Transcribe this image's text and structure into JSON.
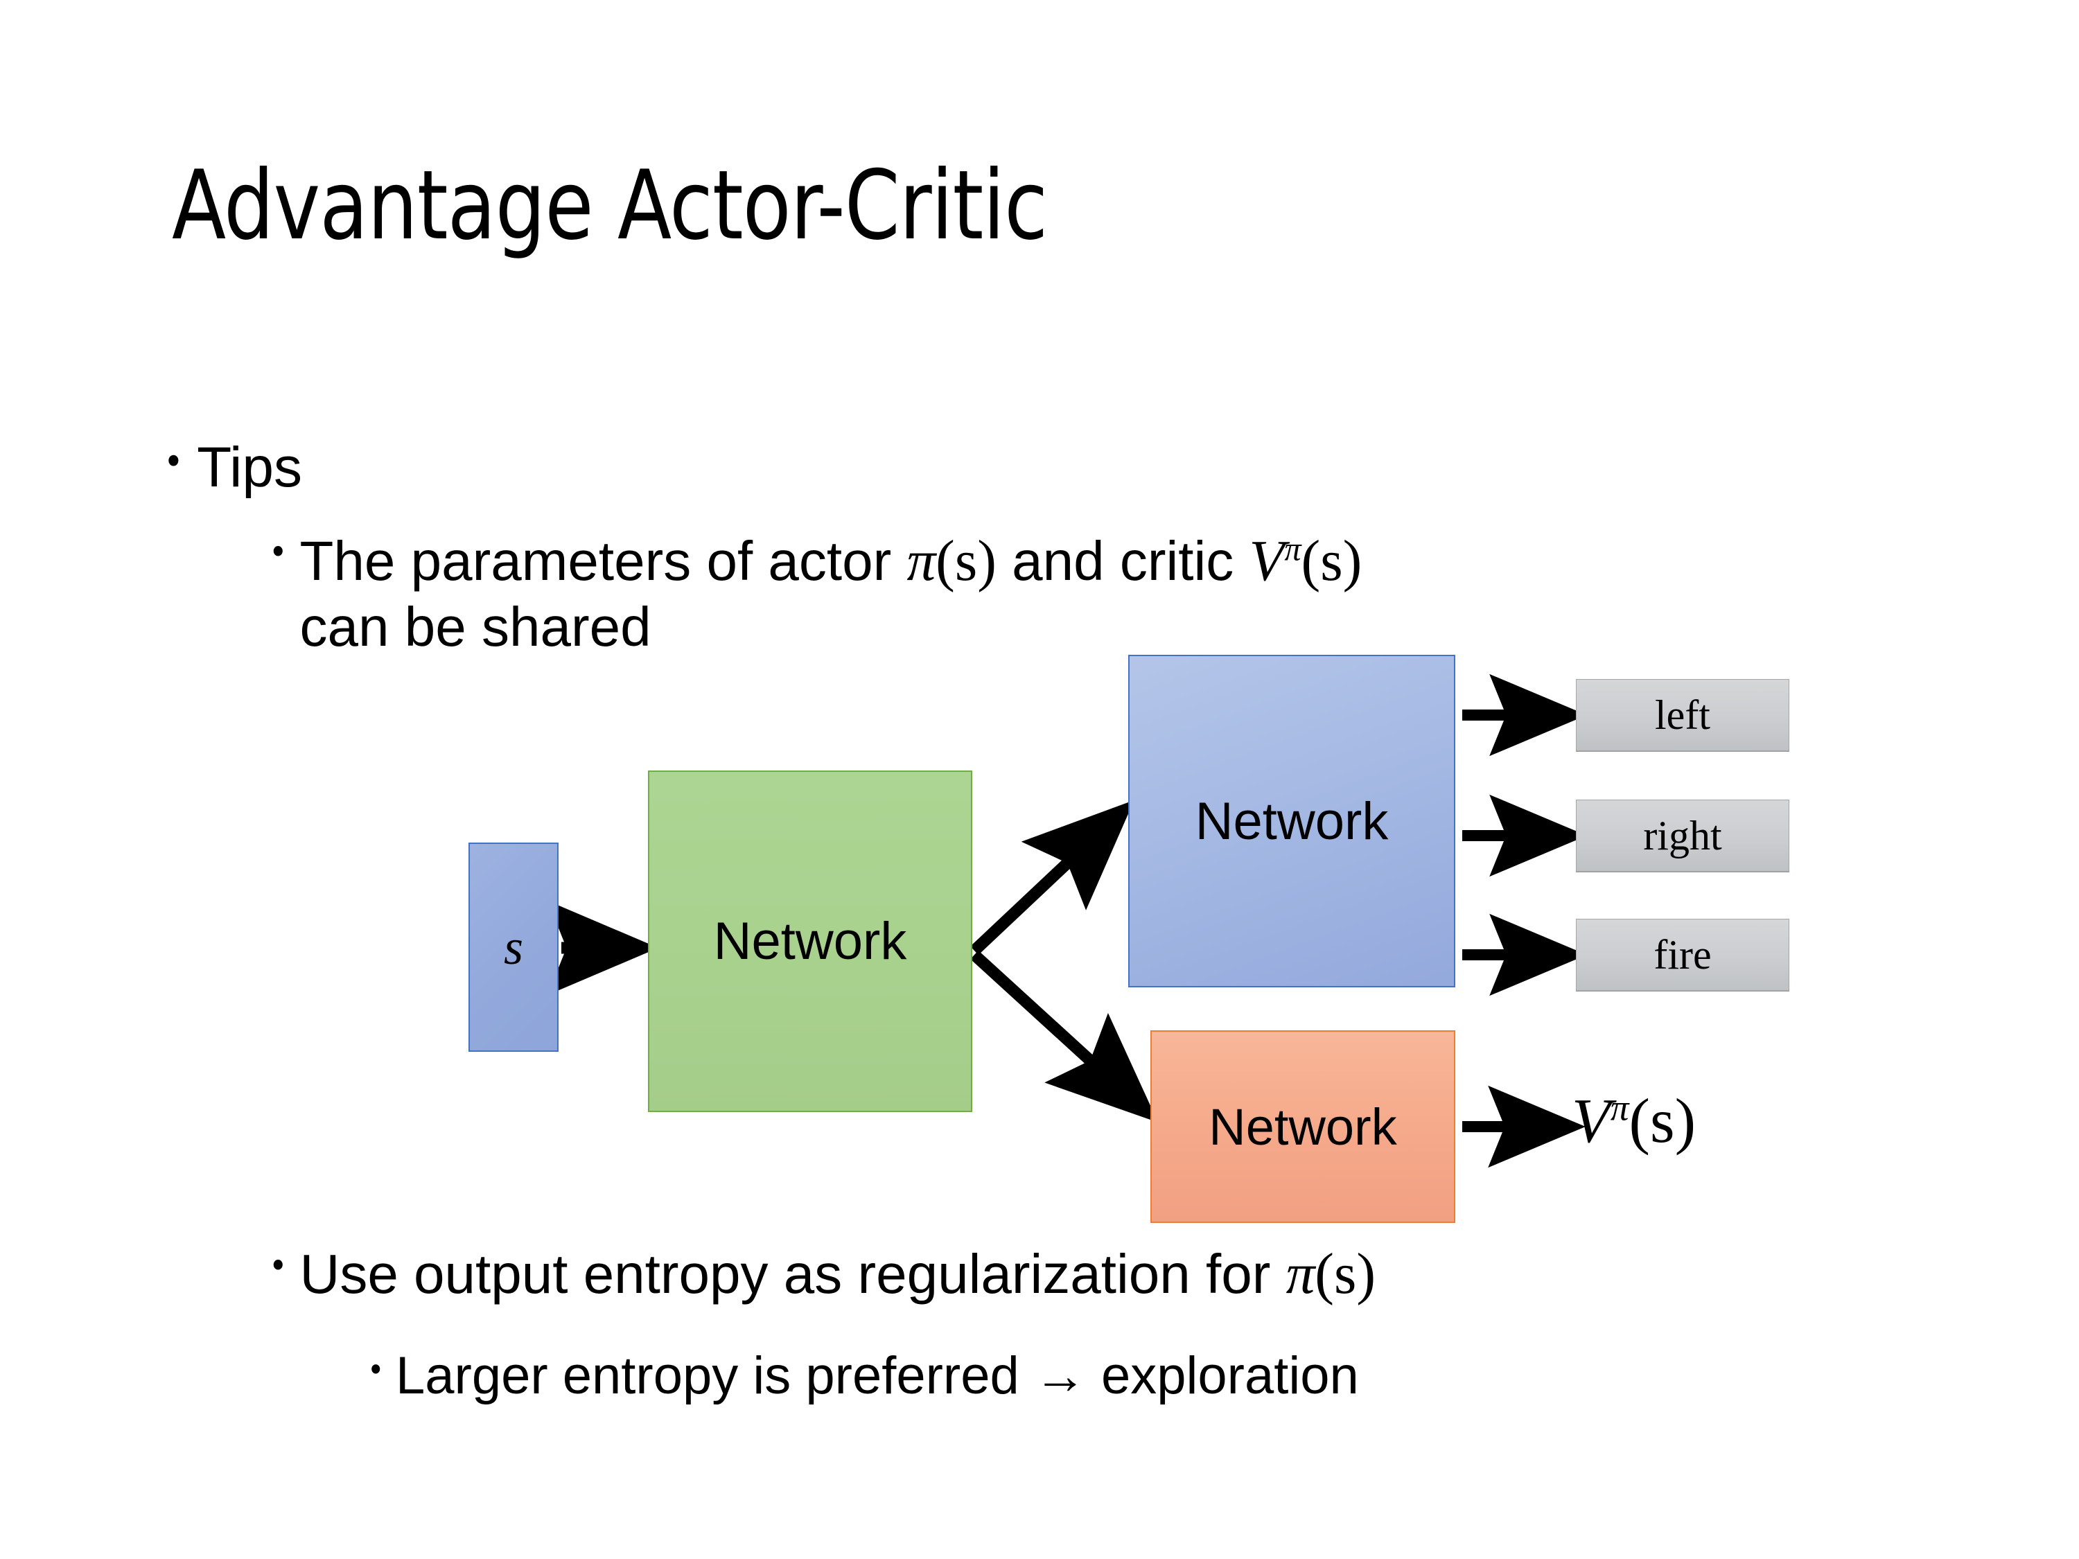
{
  "slide": {
    "title": "Advantage Actor-Critic",
    "background_color": "#ffffff",
    "text_color": "#000000"
  },
  "bullets": {
    "tips": {
      "marker": "•",
      "text": "Tips"
    },
    "shared": {
      "marker": "•",
      "text_part1": "The parameters of actor ",
      "math1_base": "π",
      "math1_arg": "(s)",
      "text_part2": "  and critic ",
      "math2_base": "V",
      "math2_sup": "π",
      "math2_arg": "(s)",
      "text_part3": "can be shared"
    },
    "entropy": {
      "marker": "•",
      "text_part1": "Use output entropy as regularization for ",
      "math_base": "π",
      "math_arg": "(s)"
    },
    "exploration": {
      "marker": "•",
      "text": "Larger entropy is preferred → exploration"
    }
  },
  "diagram": {
    "state_box": {
      "label": "s",
      "fill": "#93a9dc",
      "border": "#4472c4"
    },
    "shared_network": {
      "label": "Network",
      "fill": "#a9d18e",
      "border": "#70ad47"
    },
    "actor_network": {
      "label": "Network",
      "fill": "#a5b9e4",
      "border": "#4472c4"
    },
    "critic_network": {
      "label": "Network",
      "fill": "#f5a98a",
      "border": "#ed7d31"
    },
    "actions": [
      {
        "label": "left",
        "fill": "#cbcdd0",
        "border": "#a6a6a6"
      },
      {
        "label": "right",
        "fill": "#cbcdd0",
        "border": "#a6a6a6"
      },
      {
        "label": "fire",
        "fill": "#cbcdd0",
        "border": "#a6a6a6"
      }
    ],
    "critic_output": {
      "math_base": "V",
      "math_sup": "π",
      "math_arg": "(s)"
    },
    "arrows": [
      {
        "name": "state-to-shared",
        "from": "state_box",
        "to": "shared_network"
      },
      {
        "name": "shared-to-actor",
        "from": "shared_network",
        "to": "actor_network"
      },
      {
        "name": "shared-to-critic",
        "from": "shared_network",
        "to": "critic_network"
      },
      {
        "name": "actor-to-left",
        "from": "actor_network",
        "to": "left"
      },
      {
        "name": "actor-to-right",
        "from": "actor_network",
        "to": "right"
      },
      {
        "name": "actor-to-fire",
        "from": "actor_network",
        "to": "fire"
      },
      {
        "name": "critic-to-value",
        "from": "critic_network",
        "to": "critic_output"
      }
    ],
    "arrow_color": "#000000"
  }
}
